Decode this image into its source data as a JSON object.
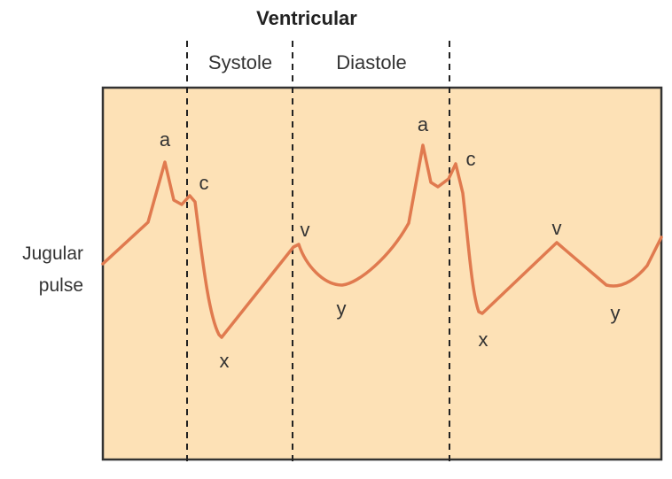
{
  "title": "Ventricular",
  "phases": {
    "systole": "Systole",
    "diastole": "Diastole"
  },
  "y_label": [
    "Jugular",
    "pulse"
  ],
  "wave_labels": {
    "a1": "a",
    "c1": "c",
    "x1": "x",
    "v1": "v",
    "y1": "y",
    "a2": "a",
    "c2": "c",
    "x2": "x",
    "v2": "v",
    "y2": "y"
  },
  "colors": {
    "panel": "#fde1b6",
    "wave": "#e07a4f",
    "frame": "#333333"
  }
}
